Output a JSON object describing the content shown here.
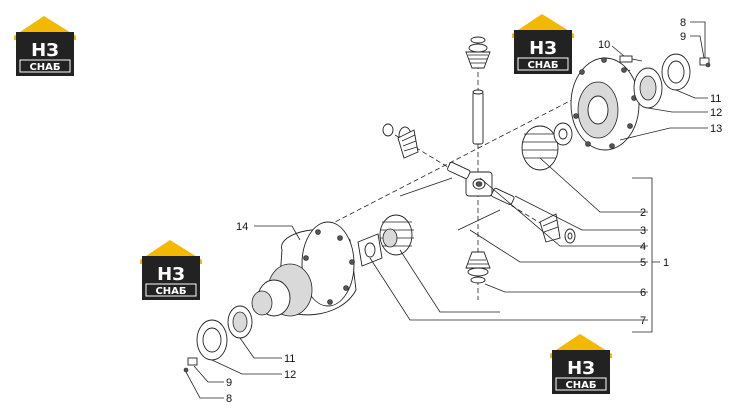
{
  "logo": {
    "letters": "НЗ",
    "caption": "СНАБ",
    "colors": {
      "roof": "#f5b800",
      "body": "#222222",
      "text": "#ffffff"
    }
  },
  "callouts": {
    "c1": "1",
    "c2": "2",
    "c3": "3",
    "c4": "4",
    "c5": "5",
    "c6": "6",
    "c7": "7",
    "c8a": "8",
    "c9a": "9",
    "c10": "10",
    "c11a": "11",
    "c12a": "12",
    "c13": "13",
    "c14": "14",
    "c11b": "11",
    "c12b": "12",
    "c9b": "9",
    "c8b": "8"
  }
}
